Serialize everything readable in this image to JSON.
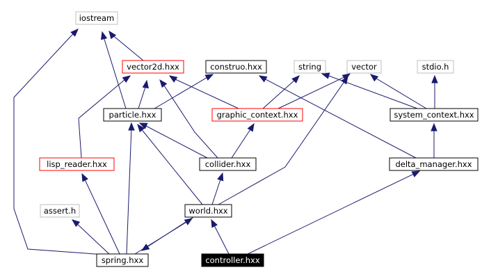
{
  "diagram": {
    "type": "include-dependency-graph",
    "colors": {
      "background": "#ffffff",
      "edge": "#1a1a6e",
      "normal_border": "#000000",
      "linked_border": "#ff0000",
      "external_border": "#bfbfbf",
      "root_fill": "#000000",
      "root_text": "#ffffff",
      "text": "#000000"
    },
    "nodes": [
      {
        "id": "iostream",
        "label": "iostream",
        "style": "external"
      },
      {
        "id": "vector2d",
        "label": "vector2d.hxx",
        "style": "linked"
      },
      {
        "id": "construo",
        "label": "construo.hxx",
        "style": "normal"
      },
      {
        "id": "string",
        "label": "string",
        "style": "external"
      },
      {
        "id": "vector",
        "label": "vector",
        "style": "external"
      },
      {
        "id": "stdio",
        "label": "stdio.h",
        "style": "external"
      },
      {
        "id": "particle",
        "label": "particle.hxx",
        "style": "normal"
      },
      {
        "id": "graphic_context",
        "label": "graphic_context.hxx",
        "style": "linked"
      },
      {
        "id": "system_context",
        "label": "system_context.hxx",
        "style": "normal"
      },
      {
        "id": "lisp_reader",
        "label": "lisp_reader.hxx",
        "style": "linked"
      },
      {
        "id": "collider",
        "label": "collider.hxx",
        "style": "normal"
      },
      {
        "id": "delta_manager",
        "label": "delta_manager.hxx",
        "style": "normal"
      },
      {
        "id": "assert",
        "label": "assert.h",
        "style": "external"
      },
      {
        "id": "world",
        "label": "world.hxx",
        "style": "normal"
      },
      {
        "id": "spring",
        "label": "spring.hxx",
        "style": "normal"
      },
      {
        "id": "controller",
        "label": "controller.hxx",
        "style": "root"
      }
    ],
    "edges": [
      {
        "from": "vector2d",
        "to": "iostream"
      },
      {
        "from": "particle",
        "to": "iostream"
      },
      {
        "from": "spring",
        "to": "iostream"
      },
      {
        "from": "particle",
        "to": "vector2d"
      },
      {
        "from": "lisp_reader",
        "to": "vector2d"
      },
      {
        "from": "graphic_context",
        "to": "vector2d"
      },
      {
        "from": "collider",
        "to": "vector2d"
      },
      {
        "from": "particle",
        "to": "construo"
      },
      {
        "from": "delta_manager",
        "to": "construo"
      },
      {
        "from": "graphic_context",
        "to": "string"
      },
      {
        "from": "system_context",
        "to": "string"
      },
      {
        "from": "graphic_context",
        "to": "vector"
      },
      {
        "from": "system_context",
        "to": "vector"
      },
      {
        "from": "world",
        "to": "vector"
      },
      {
        "from": "system_context",
        "to": "stdio"
      },
      {
        "from": "collider",
        "to": "particle"
      },
      {
        "from": "world",
        "to": "particle"
      },
      {
        "from": "spring",
        "to": "particle"
      },
      {
        "from": "collider",
        "to": "graphic_context"
      },
      {
        "from": "delta_manager",
        "to": "system_context"
      },
      {
        "from": "spring",
        "to": "lisp_reader"
      },
      {
        "from": "world",
        "to": "collider"
      },
      {
        "from": "controller",
        "to": "delta_manager"
      },
      {
        "from": "spring",
        "to": "assert"
      },
      {
        "from": "spring",
        "to": "world"
      },
      {
        "from": "controller",
        "to": "world"
      },
      {
        "from": "world",
        "to": "spring"
      }
    ]
  }
}
